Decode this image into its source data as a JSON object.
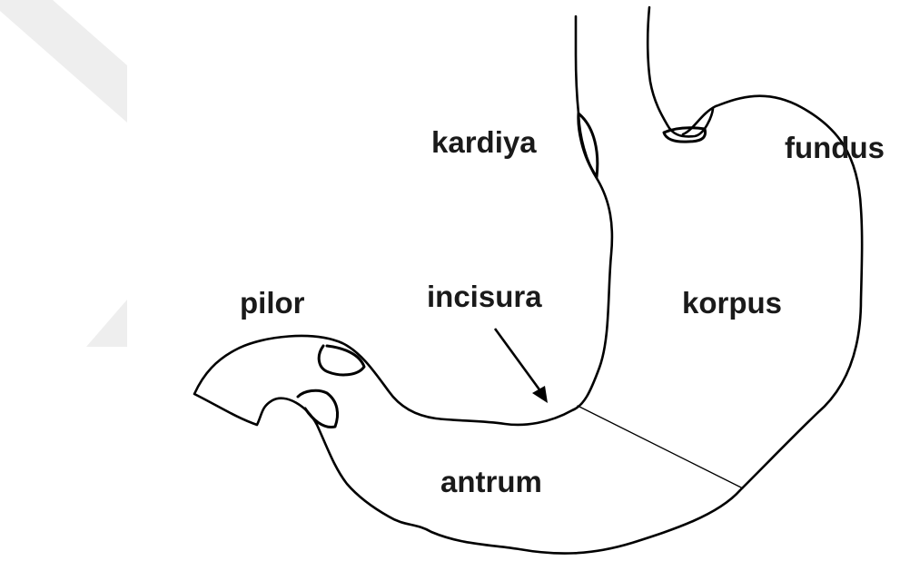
{
  "colors": {
    "outline": "#000000",
    "label_text": "#1a1a1a",
    "watermark": "#eeeeee",
    "background": "#ffffff"
  },
  "labels": {
    "kardiya": "kardiya",
    "fundus": "fundus",
    "pilor": "pilor",
    "incisura": "incisura",
    "korpus": "korpus",
    "antrum": "antrum"
  }
}
